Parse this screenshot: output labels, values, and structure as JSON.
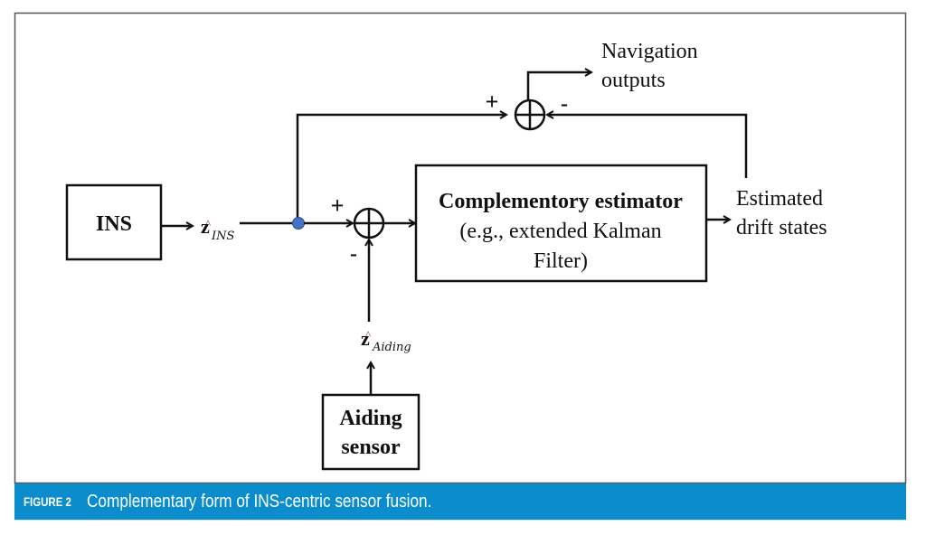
{
  "figure": {
    "caption_label": "FIGURE 2",
    "caption_text": "Complementary form of INS-centric sensor fusion.",
    "caption_bg_color": "#0a8ccd",
    "junction_color": "#4472c4"
  },
  "blocks": {
    "ins": "INS",
    "estimator_title": "Complementory estimator",
    "estimator_line2": "(e.g., extended Kalman",
    "estimator_line3": "Filter)",
    "aiding_line1": "Aiding",
    "aiding_line2": "sensor"
  },
  "signals": {
    "z_ins_base": "z",
    "z_ins_sub": "INS",
    "z_aiding_base": "z",
    "z_aiding_sub": "Aiding",
    "hat": "^"
  },
  "labels": {
    "nav_line1": "Navigation",
    "nav_line2": "outputs",
    "drift_line1": "Estimated",
    "drift_line2": "drift states"
  },
  "signs": {
    "sum1_top": "+",
    "sum1_bottom": "-",
    "sum2_left": "+",
    "sum2_right": "-"
  }
}
